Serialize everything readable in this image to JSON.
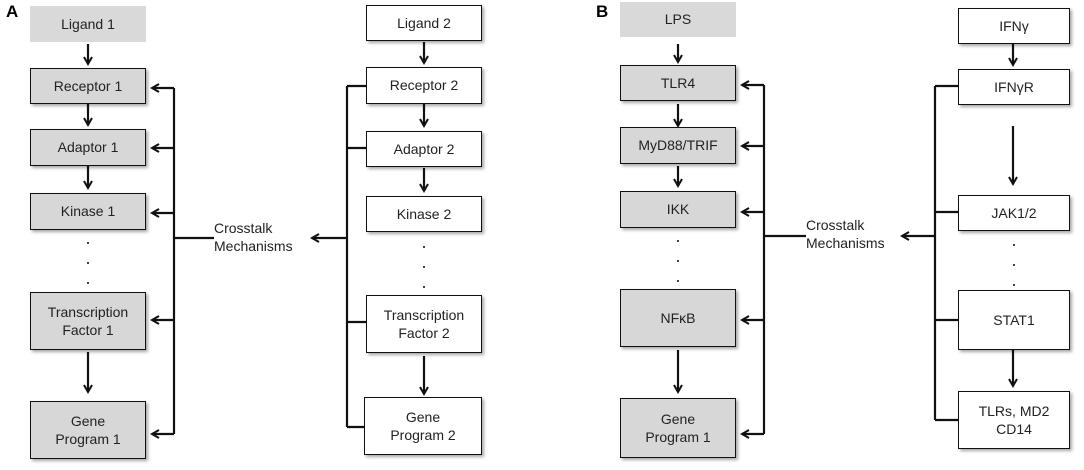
{
  "panelA": {
    "letter": "A",
    "pathway1": {
      "ligand": "Ligand 1",
      "receptor": "Receptor 1",
      "adaptor": "Adaptor 1",
      "kinase": "Kinase 1",
      "tf": "Transcription\nFactor 1",
      "gene": "Gene\nProgram 1"
    },
    "pathway2": {
      "ligand": "Ligand 2",
      "receptor": "Receptor 2",
      "adaptor": "Adaptor 2",
      "kinase": "Kinase 2",
      "tf": "Transcription\nFactor 2",
      "gene": "Gene\nProgram 2"
    },
    "crosstalk": "Crosstalk\nMechanisms"
  },
  "panelB": {
    "letter": "B",
    "pathway1": {
      "ligand": "LPS",
      "receptor": "TLR4",
      "adaptor": "MyD88/TRIF",
      "kinase": "IKK",
      "tf": "NFκB",
      "gene": "Gene\nProgram 1"
    },
    "pathway2": {
      "ligand": "IFNγ",
      "receptor": "IFNγR",
      "kinase": "JAK1/2",
      "tf": "STAT1",
      "gene": "TLRs, MD2\nCD14"
    },
    "crosstalk": "Crosstalk\nMechanisms"
  },
  "ellipsis": "·\n·\n·"
}
